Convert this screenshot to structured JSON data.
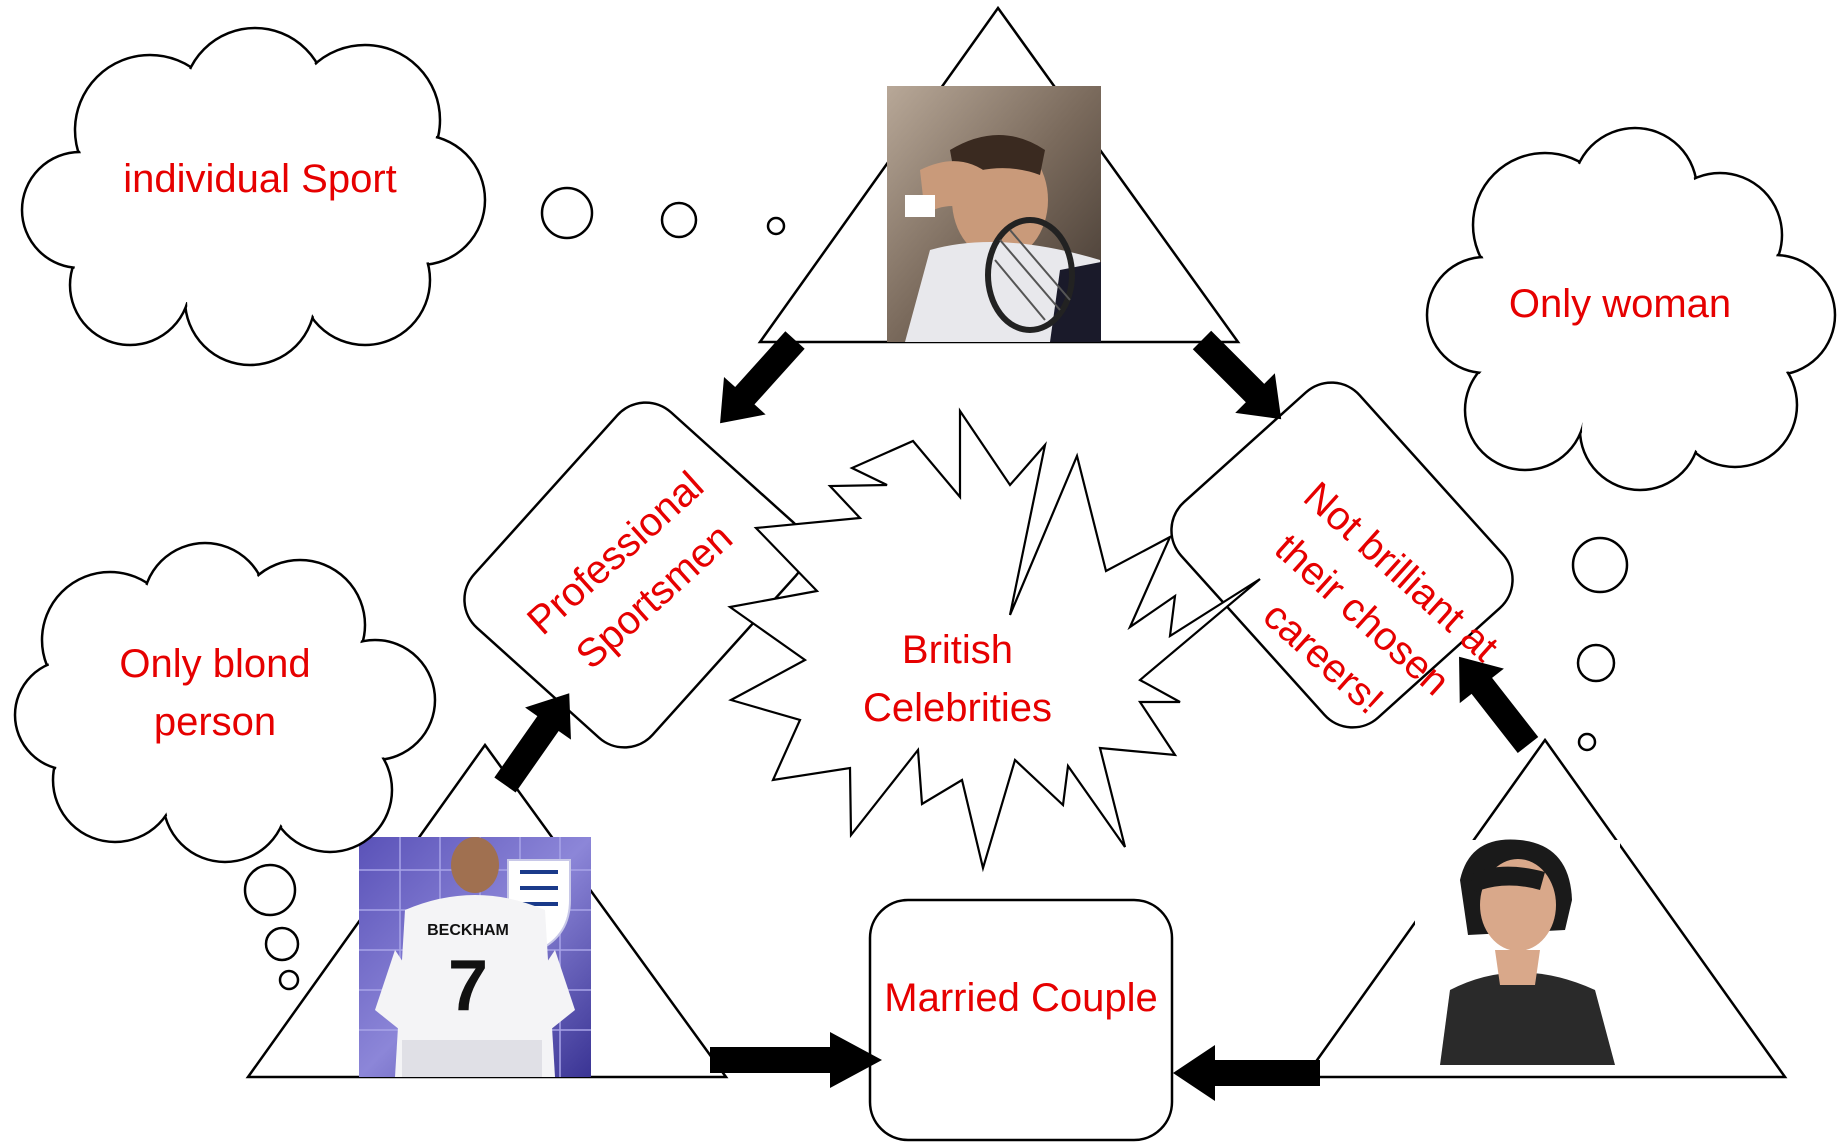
{
  "clouds": {
    "individual_sport": "individual Sport",
    "only_woman": "Only woman",
    "only_blond": "Only blond\nperson"
  },
  "boxes": {
    "professional_sportsmen": "Professional\nSportsmen",
    "not_brilliant": "Not brilliant at\ntheir chosen\ncareers!",
    "married_couple": "Married Couple"
  },
  "center": {
    "british_celebrities": "British\nCelebrities"
  },
  "colors": {
    "label_text": "#e60000",
    "stroke": "#000000",
    "background": "#ffffff"
  }
}
